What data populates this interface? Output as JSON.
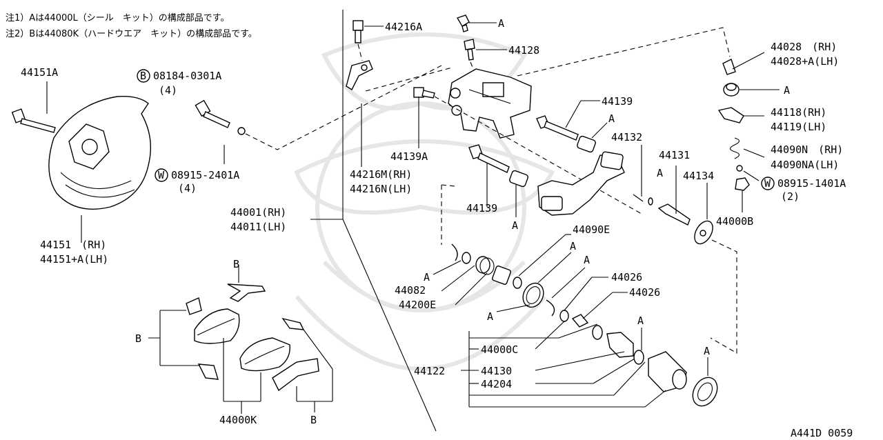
{
  "notes": {
    "line1": "注1）Aは44000L（シール　キット）の構成部品です。",
    "line2": "注2）Bは44080K（ハードウエア　キット）の構成部品です。"
  },
  "diagram_id": "A441D 0059",
  "labels": {
    "p44216A": "44216A",
    "p44128": "44128",
    "topA": "A",
    "p44028rh": "44028　(RH)",
    "p44028lh": "44028+A(LH)",
    "bootA": "A",
    "p44118": "44118(RH)",
    "p44119": "44119(LH)",
    "p44090N": "44090N　(RH)",
    "p44090NA": "44090NA(LH)",
    "p08915_1401A": "08915-1401A",
    "p08915_1401A_qty": "(2)",
    "p44000B": "44000B",
    "p44151A": "44151A",
    "p08184": "08184-0301A",
    "p08184_qty": "(4)",
    "p08915_2401A": "08915-2401A",
    "p08915_2401A_qty": "(4)",
    "p44139": "44139",
    "p44139_A": "A",
    "p44132": "44132",
    "p44131": "44131",
    "p44134": "44134",
    "p44139A": "44139A",
    "p44216M": "44216M(RH)",
    "p44216N": "44216N(LH)",
    "p44139b": "44139",
    "p44139b_A": "A",
    "p44001": "44001(RH)",
    "p44011": "44011(LH)",
    "p44151rh": "44151　(RH)",
    "p44151lh": "44151+A(LH)",
    "p44090E": "44090E",
    "ringA1": "A",
    "ringA2": "A",
    "p44082A": "A",
    "p44082": "44082",
    "p44200E": "44200E",
    "sealA": "A",
    "p44026a": "44026",
    "p44026b": "44026",
    "pistonA": "A",
    "p44000C": "44000C",
    "p44122": "44122",
    "p44130": "44130",
    "p44204": "44204",
    "dustA": "A",
    "hwB1": "B",
    "hwB2": "B",
    "hwB3": "B",
    "p44000K": "44000K"
  },
  "badges": {
    "bolt_prefix": "B",
    "washer_prefix": "W"
  }
}
